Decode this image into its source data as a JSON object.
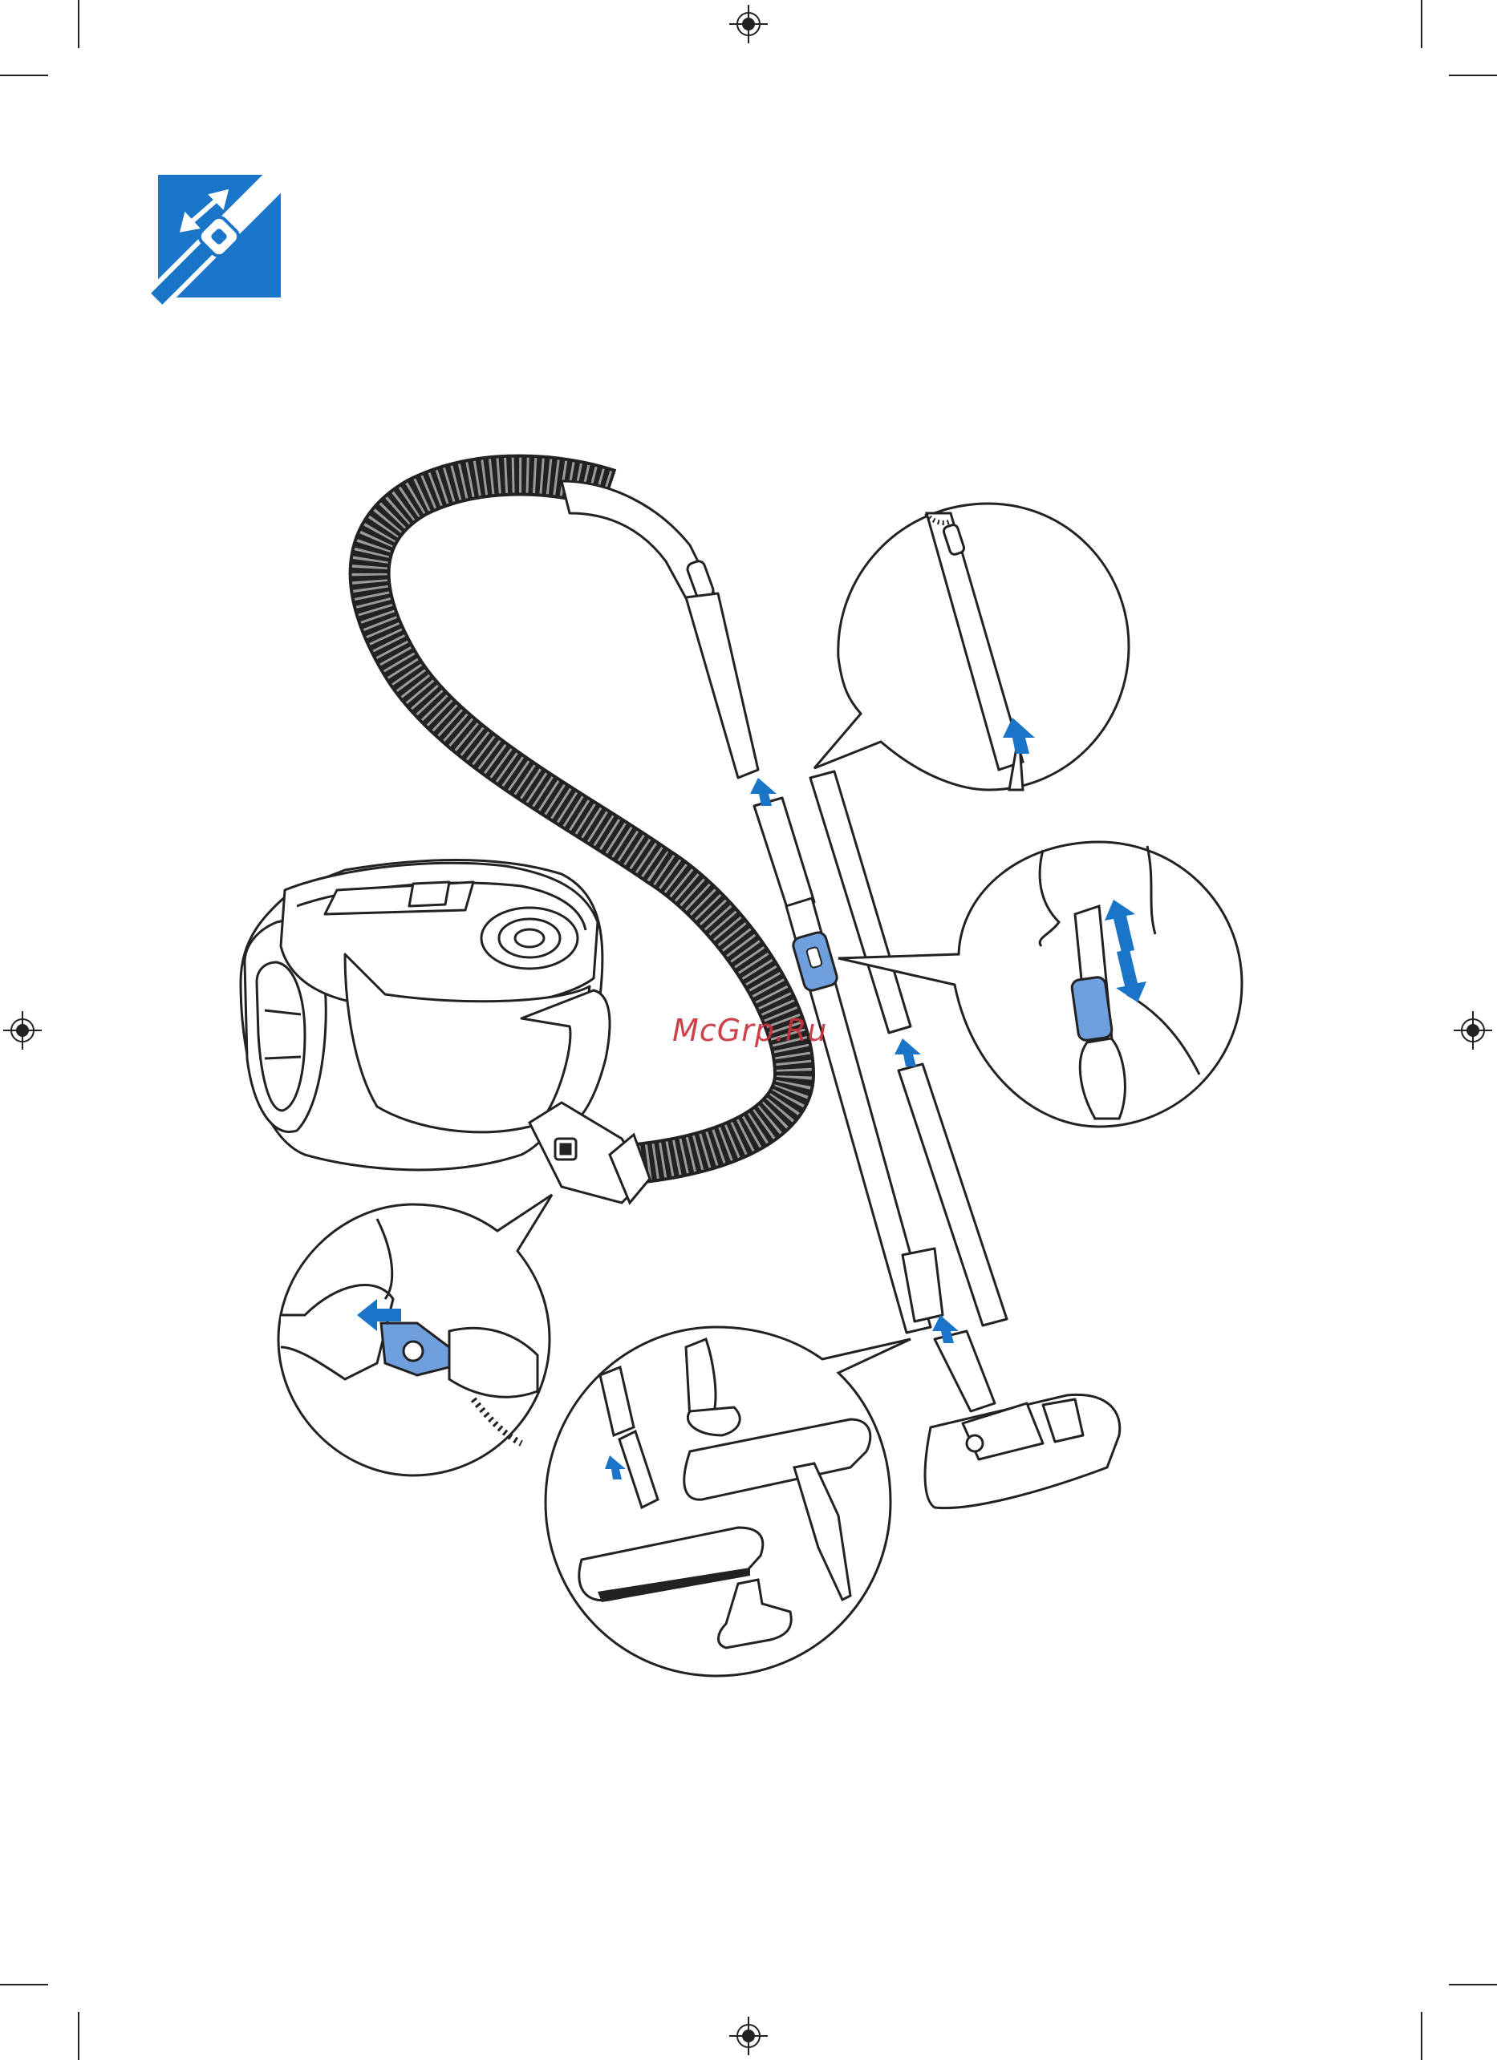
{
  "page": {
    "watermark_text": "McGrp.Ru"
  },
  "icon": {
    "name": "telescopic-tube-icon",
    "background": "#1a75c8"
  },
  "colors": {
    "accent_blue": "#1a75c8",
    "highlight_blue": "#6f9fdc",
    "line": "#222222"
  },
  "callouts": [
    {
      "name": "tube-into-handle-callout"
    },
    {
      "name": "telescopic-slide-callout"
    },
    {
      "name": "hose-connection-callout"
    },
    {
      "name": "nozzle-accessories-callout"
    }
  ]
}
